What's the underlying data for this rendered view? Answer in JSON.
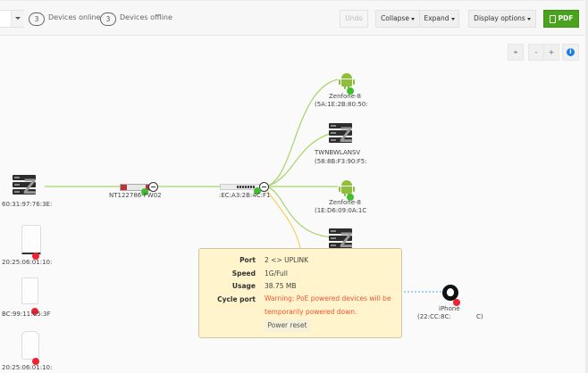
{
  "toolbar": {
    "online_count": "3",
    "online_label": "Devices online",
    "offline_count": "3",
    "offline_label": "Devices offline",
    "undo_label": "Undo",
    "collapse_label": "Collapse",
    "expand_label": "Expand",
    "display_options_label": "Display options",
    "pdf_label": "PDF"
  },
  "map_controls": {
    "center_label": "⌖",
    "zoom_out_label": "-",
    "zoom_in_label": "+",
    "info_label": "i"
  },
  "nodes": {
    "gateway": {
      "label": "60:31:97:76:3E:"
    },
    "firewall": {
      "label": "NT122786-FW02"
    },
    "switch": {
      "label": ":EC:A3:2B:4C:F1"
    },
    "zenfone1": {
      "name": "Zenfone-8",
      "mac": "(5A:1E:2B:80:50:"
    },
    "twnbw": {
      "name": "TWNBWLANSV",
      "mac": "(58:8B:F3:90:F5:"
    },
    "zenfone2": {
      "name": "Zenfone-8",
      "mac": "(1E:D6:09:0A:1C"
    },
    "ap1": {
      "label": "20:25:06:01:10:"
    },
    "ap2": {
      "label": "BC:99:11:C5:3F"
    },
    "ap3": {
      "label": "20:25:06:01:10:"
    },
    "iphone": {
      "name": "iPhone",
      "mac": "(22:CC:8C:",
      "mac_end": "C)"
    }
  },
  "tooltip": {
    "port_key": "Port",
    "port_val": "2 <> UPLINK",
    "speed_key": "Speed",
    "speed_val": "1G/Full",
    "usage_key": "Usage",
    "usage_val": "38.75 MB",
    "cycle_key": "Cycle port",
    "warning": "Warning: PoE powered devices will be temporarily powered down.",
    "power_reset_label": "Power reset"
  },
  "colors": {
    "link_green": "#a6d46a",
    "link_yellow": "#f2d45a",
    "link_wireless": "#6bbde8",
    "online": "#3fbf2f",
    "offline": "#ee2233",
    "pdf_button": "#4aa31d"
  }
}
